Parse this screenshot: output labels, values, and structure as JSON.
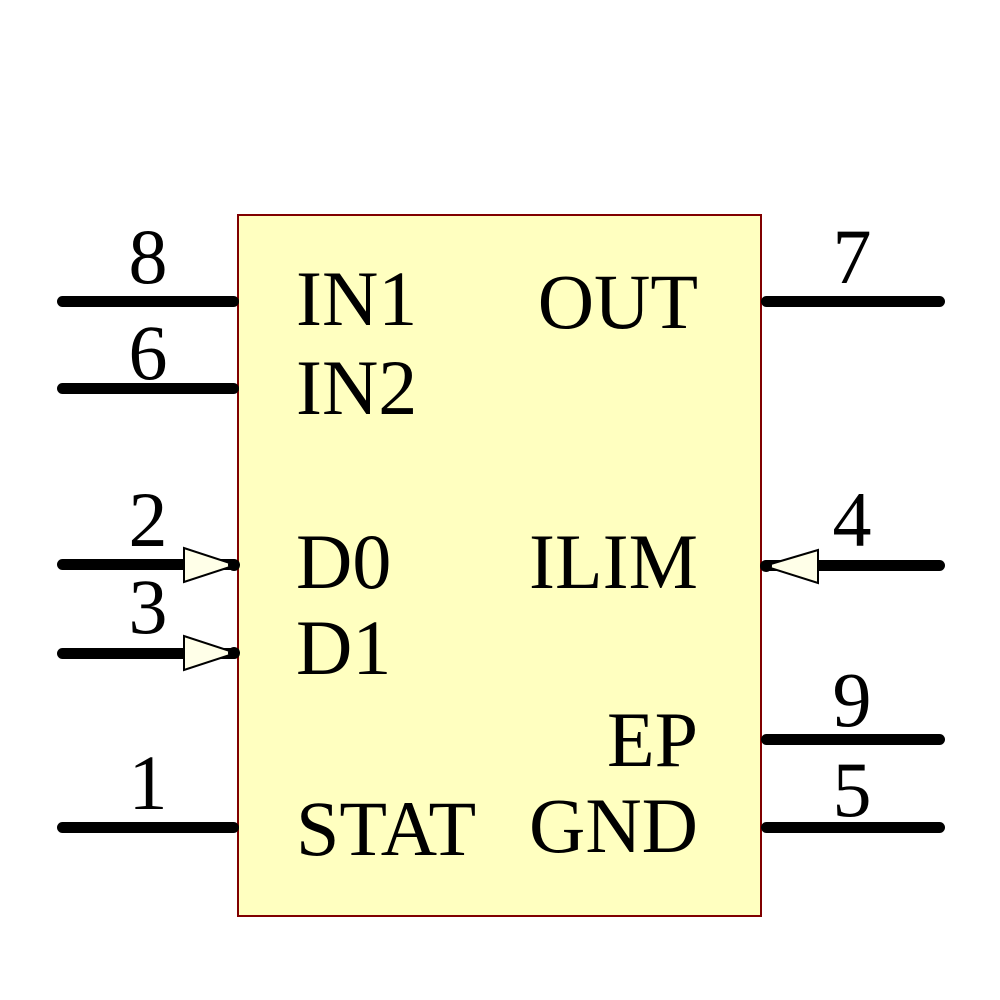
{
  "component": {
    "kind": "schematic-symbol",
    "body_fill": "#FFFFC0",
    "border_color": "#800000",
    "wire_color": "#000000",
    "text_color": "#000000",
    "arrow_fill": "#FFFFE8",
    "background": "#FFFFFF"
  },
  "pins": {
    "left": [
      {
        "number": "8",
        "label": "IN1",
        "arrow": false
      },
      {
        "number": "6",
        "label": "IN2",
        "arrow": false
      },
      {
        "number": "2",
        "label": "D0",
        "arrow": true
      },
      {
        "number": "3",
        "label": "D1",
        "arrow": true
      },
      {
        "number": "1",
        "label": "STAT",
        "arrow": false
      }
    ],
    "right": [
      {
        "number": "7",
        "label": "OUT",
        "arrow": false
      },
      {
        "number": "4",
        "label": "ILIM",
        "arrow": true
      },
      {
        "number": "9",
        "label": "EP",
        "arrow": false
      },
      {
        "number": "5",
        "label": "GND",
        "arrow": false
      }
    ]
  }
}
